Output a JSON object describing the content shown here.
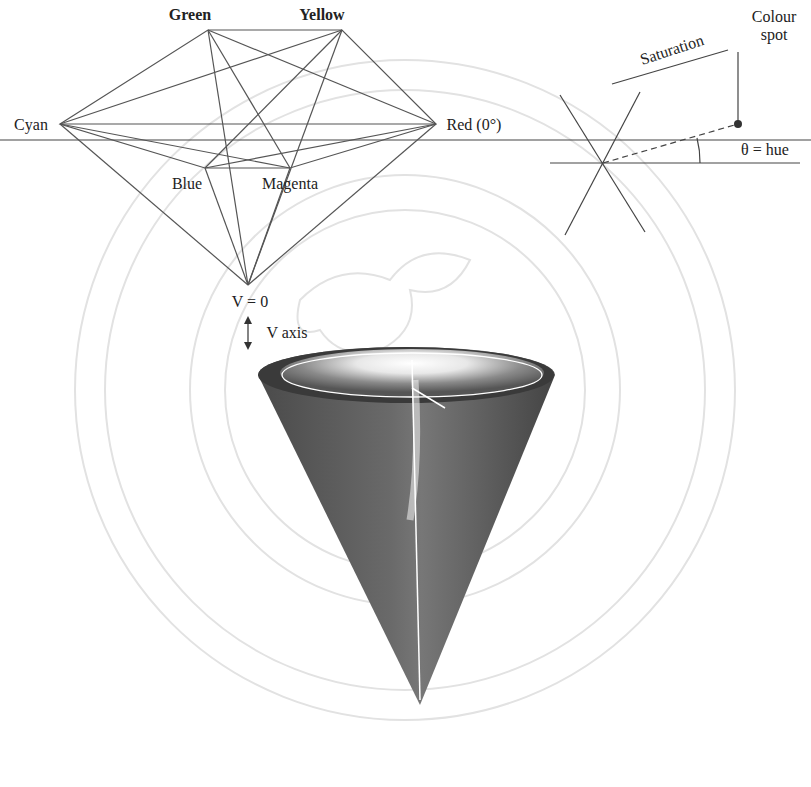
{
  "diagram": {
    "labels": [
      "Green",
      "Yellow",
      "Cyan",
      "Red (0°)",
      "Blue",
      "Magenta",
      "V = 0",
      "V axis",
      "Saturation",
      "Colour spot",
      "θ = hue"
    ]
  }
}
